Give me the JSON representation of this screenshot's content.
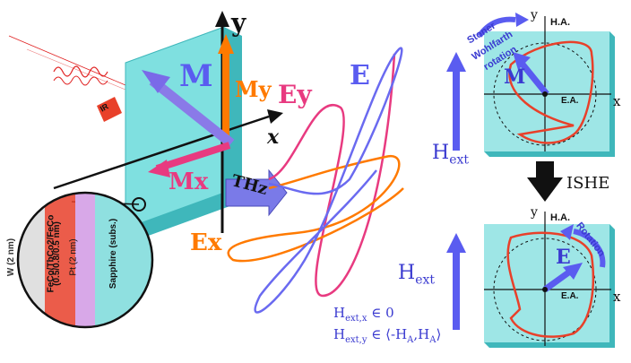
{
  "labels": {
    "M": "M",
    "My": "My",
    "Mx": "Mx",
    "Ey": "Ey",
    "Ex": "Ex",
    "E": "E",
    "y": "y",
    "x": "x",
    "THz": "THz",
    "IR": "IR"
  },
  "layers": {
    "w": "W (2 nm)",
    "feco": "FeCo/TbCo2/FeCo",
    "feco_thick": "(0.5/0.8/0.5 nm)",
    "pt": "Pt (2 nm)",
    "sapphire": "Sapphire (subs.)"
  },
  "conditions": {
    "line1": "H",
    "line1_sub": "ext,x",
    "line1_rest": "∈ 0",
    "line2": "H",
    "line2_sub": "ext,y",
    "line2_rest": "∈ ⟨-H",
    "line2_a": "A",
    "line2_mid": ",H",
    "line2_b": "A",
    "line2_end": "⟩"
  },
  "top_panel": {
    "y": "y",
    "ha": "H.A.",
    "x": "x",
    "ea": "E.A.",
    "M": "M",
    "rotation_1": "Stoner",
    "rotation_2": "Wohlfarth",
    "rotation_3": "rotation",
    "hext": "H",
    "hext_sub": "ext"
  },
  "bottom_panel": {
    "y": "y",
    "ha": "H.A.",
    "x": "x",
    "ea": "E.A.",
    "E": "E",
    "rotation": "Rotation",
    "hext": "H",
    "hext_sub": "ext"
  },
  "ishe": "ISHE",
  "colors": {
    "cyan_face": "#7fe0e0",
    "cyan_side": "#3fb7bb",
    "magenta": "#e83a80",
    "orange": "#ff7a00",
    "blue": "#5a5cf0",
    "purple": "#8a7ae8",
    "red": "#e8402a"
  }
}
